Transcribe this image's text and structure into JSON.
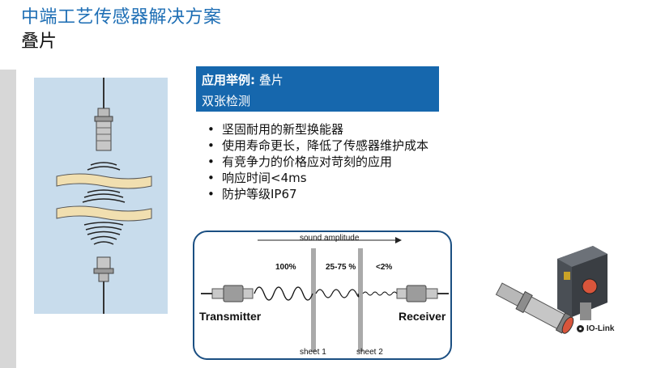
{
  "header": {
    "title": "中端工艺传感器解决方案",
    "subtitle": "叠片"
  },
  "application": {
    "label": "应用举例:",
    "value": "叠片",
    "description": "双张检测"
  },
  "bullets": [
    "坚固耐用的新型换能器",
    "使用寿命更长，降低了传感器维护成本",
    "有竞争力的价格应对苛刻的应用",
    "响应时间<4ms",
    "防护等级IP67"
  ],
  "diagram": {
    "sound_amplitude": "sound amplitude",
    "pct_1": "100%",
    "pct_2": "25-75 %",
    "pct_3": "<2%",
    "transmitter": "Transmitter",
    "receiver": "Receiver",
    "sheet_1": "sheet 1",
    "sheet_2": "sheet 2"
  },
  "product": {
    "badge_label": "IO-Link"
  },
  "colors": {
    "title": "#1f6fb5",
    "app_box": "#1667ad",
    "diagram_border": "#1b4f82",
    "illustration_bg": "#c8dcec",
    "sheet_fill": "#f1dfb0"
  }
}
